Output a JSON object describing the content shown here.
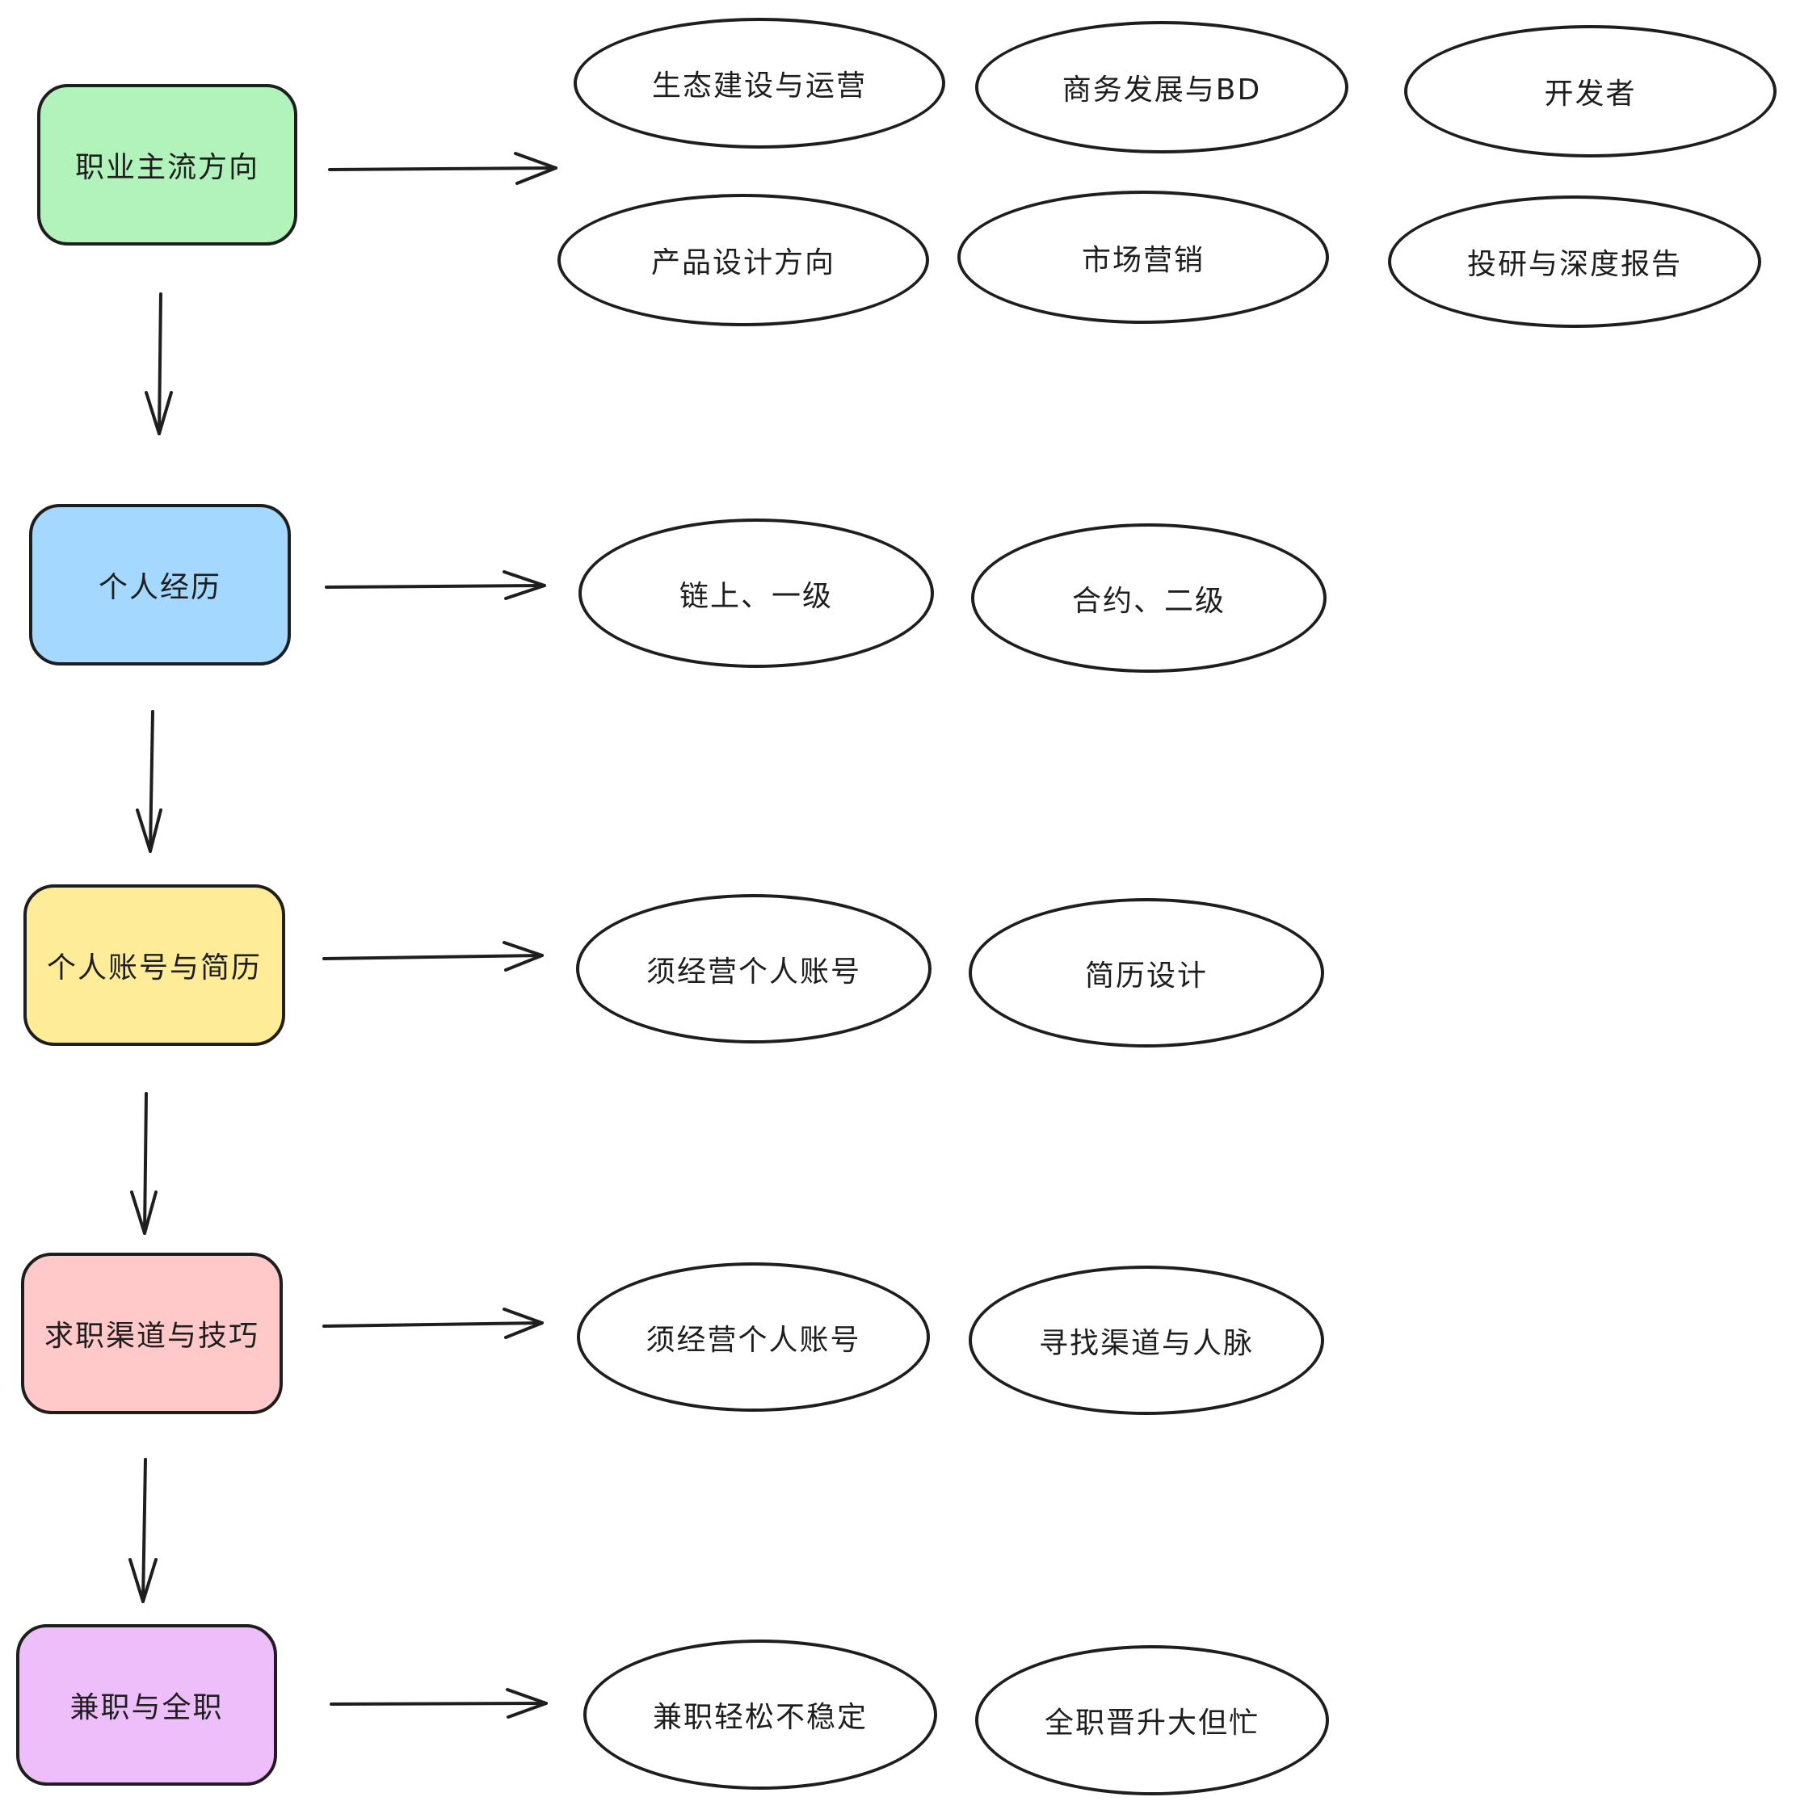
{
  "diagram": {
    "type": "flowchart",
    "stages": [
      {
        "id": "stage-1",
        "label": "职业主流方向",
        "fill": "#b2f2bb",
        "outcomes": [
          "生态建设与运营",
          "商务发展与BD",
          "开发者",
          "产品设计方向",
          "市场营销",
          "投研与深度报告"
        ]
      },
      {
        "id": "stage-2",
        "label": "个人经历",
        "fill": "#a5d8ff",
        "outcomes": [
          "链上、一级",
          "合约、二级"
        ]
      },
      {
        "id": "stage-3",
        "label": "个人账号与简历",
        "fill": "#ffec99",
        "outcomes": [
          "须经营个人账号",
          "简历设计"
        ]
      },
      {
        "id": "stage-4",
        "label": "求职渠道与技巧",
        "fill": "#ffc9c9",
        "outcomes": [
          "须经营个人账号",
          "寻找渠道与人脉"
        ]
      },
      {
        "id": "stage-5",
        "label": "兼职与全职",
        "fill": "#eebefa",
        "outcomes": [
          "兼职轻松不稳定",
          "全职晋升大但忙"
        ]
      }
    ],
    "stroke_color": "#1e1e1e",
    "ellipse_fill": "#ffffff"
  }
}
